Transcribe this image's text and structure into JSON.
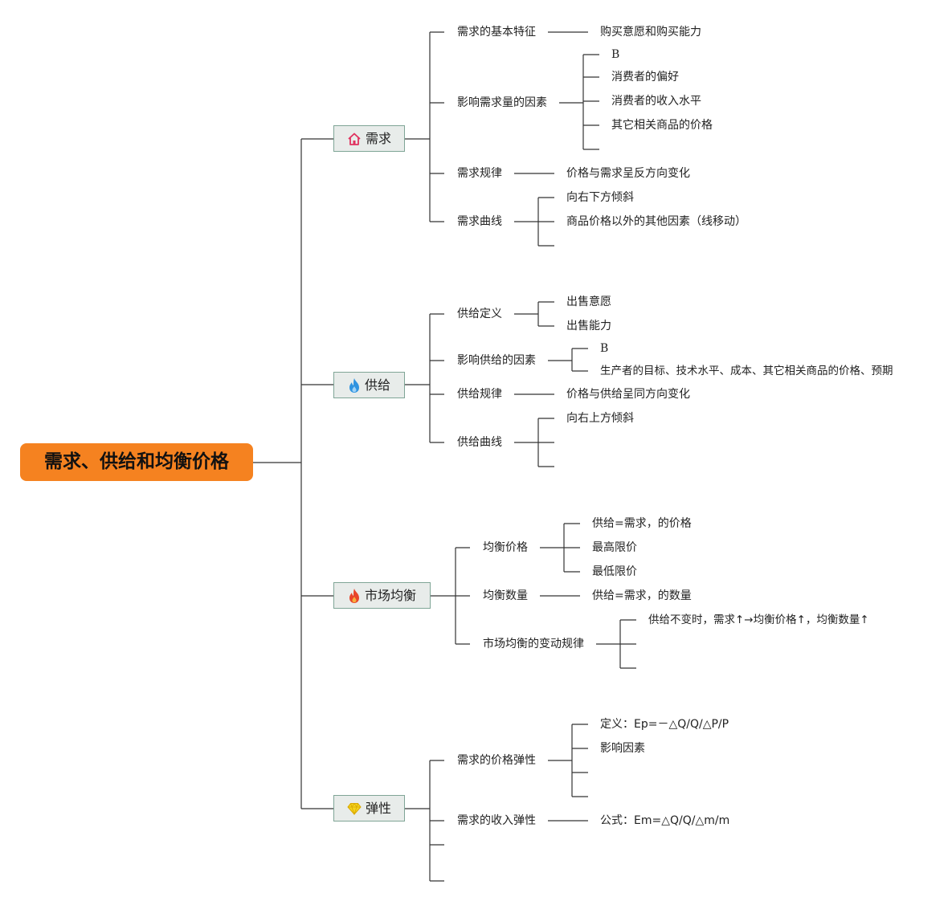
{
  "root": {
    "title": "需求、供给和均衡价格"
  },
  "topics": {
    "demand": {
      "label": "需求",
      "icon": "house-icon",
      "color": "#e0325f"
    },
    "supply": {
      "label": "供给",
      "icon": "flame-icon",
      "color": "#2f93e0"
    },
    "equilibrium": {
      "label": "市场均衡",
      "icon": "fire-icon",
      "color": "#e8442a"
    },
    "elasticity": {
      "label": "弹性",
      "icon": "gem-icon",
      "color": "#f5d31c"
    }
  },
  "demand": {
    "basic_features": "需求的基本特征",
    "basic_features_value": "购买意愿和购买能力",
    "factors": "影响需求量的因素",
    "factors_items": [
      "B",
      "消费者的偏好",
      "消费者的收入水平",
      "其它相关商品的价格"
    ],
    "law": "需求规律",
    "law_value": "价格与需求呈反方向变化",
    "curve": "需求曲线",
    "curve_items": [
      "向右下方倾斜",
      "商品价格以外的其他因素（线移动）"
    ]
  },
  "supply": {
    "definition": "供给定义",
    "definition_items": [
      "出售意愿",
      "出售能力"
    ],
    "factors": "影响供给的因素",
    "factors_items": [
      "B",
      "生产者的目标、技术水平、成本、其它相关商品的价格、预期"
    ],
    "law": "供给规律",
    "law_value": "价格与供给呈同方向变化",
    "curve": "供给曲线",
    "curve_items": [
      "向右上方倾斜"
    ]
  },
  "equilibrium": {
    "price": "均衡价格",
    "price_items": [
      "供给=需求，的价格",
      "最高限价",
      "最低限价"
    ],
    "quantity": "均衡数量",
    "quantity_value": "供给=需求，的数量",
    "change_law": "市场均衡的变动规律",
    "change_law_items": [
      "供给不变时，需求↑→均衡价格↑，均衡数量↑"
    ]
  },
  "elasticity": {
    "price_elasticity": "需求的价格弹性",
    "price_elasticity_items": [
      "定义：Ep=－△Q/Q/△P/P",
      "影响因素"
    ],
    "income_elasticity": "需求的收入弹性",
    "income_elasticity_value": "公式：Em=△Q/Q/△m/m"
  }
}
